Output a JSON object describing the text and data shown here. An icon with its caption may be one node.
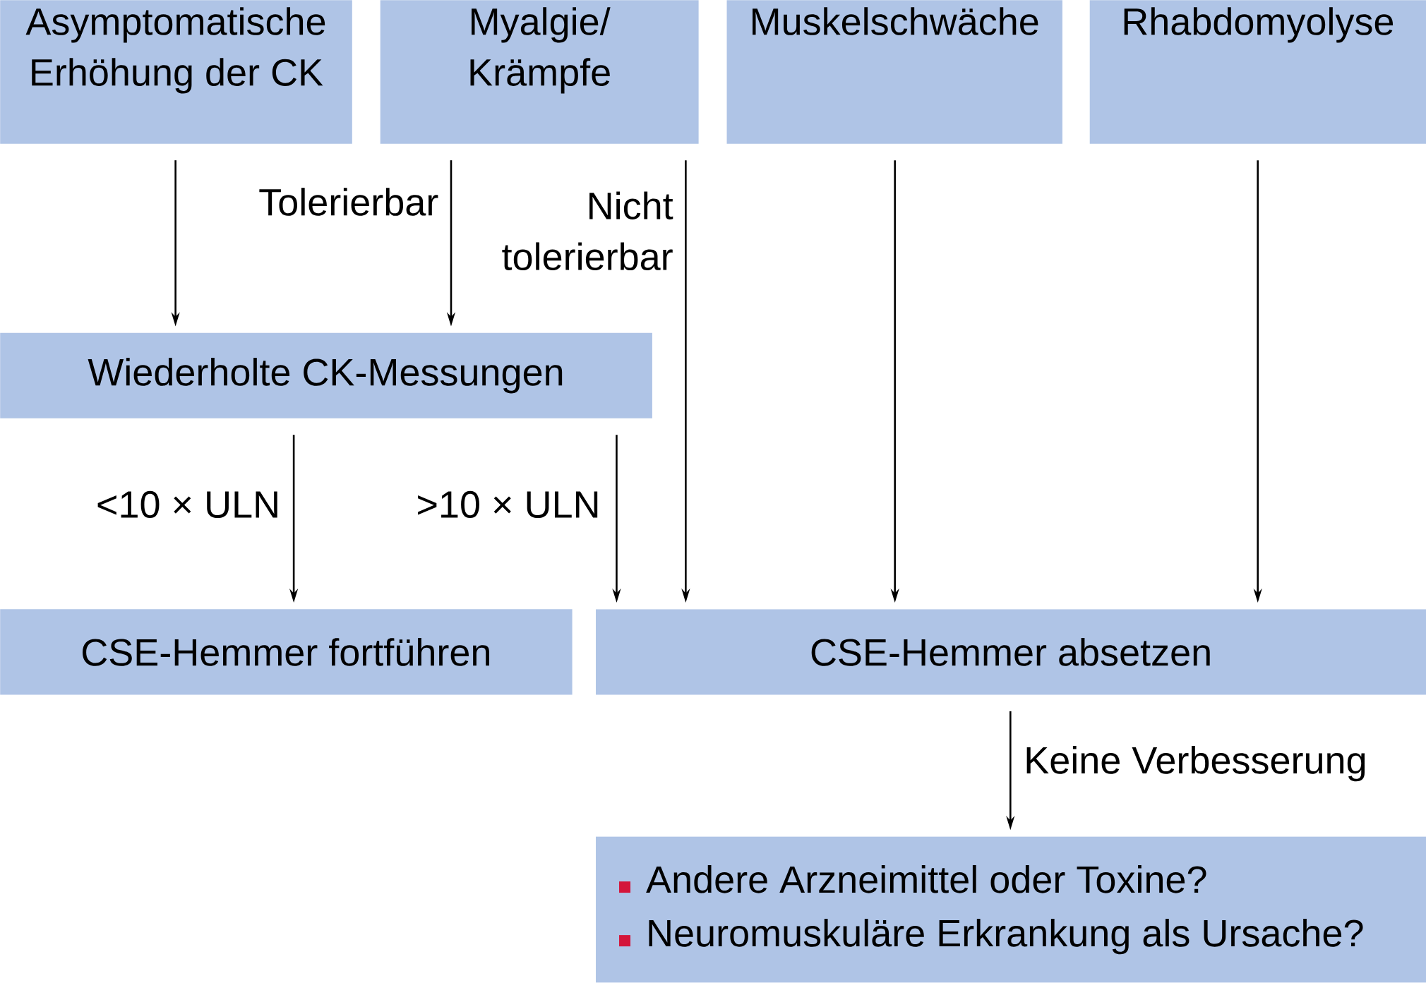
{
  "diagram": {
    "nodes": [
      {
        "text": [
          "Asymptomatische Erhöhung der CK"
        ]
      },
      {
        "text": [
          "Myalgie/ Krämpfe"
        ]
      },
      {
        "text": [
          "Muskelschwäche"
        ]
      },
      {
        "text": [
          "Rhabdomyolyse"
        ]
      },
      {
        "text": [
          "Wiederholte CK-Messungen"
        ]
      },
      {
        "text": [
          "CSE-Hemmer fortführen"
        ]
      },
      {
        "text": [
          "CSE-Hemmer absetzen"
        ]
      },
      {
        "text": [
          "Andere Arzneimittel oder Toxine?",
          "Neuromuskuläre Erkrankung als Ursache?"
        ]
      }
    ],
    "edges": [
      {
        "from": 0,
        "to": 4,
        "arrow": "to"
      },
      {
        "from": 1,
        "to": 4,
        "arrow": "to",
        "label": "Tolerierbar"
      },
      {
        "from": 1,
        "to": 6,
        "arrow": "to",
        "label": "Nicht tolerierbar"
      },
      {
        "from": 2,
        "to": 6,
        "arrow": "to"
      },
      {
        "from": 3,
        "to": 6,
        "arrow": "to"
      },
      {
        "from": 4,
        "to": 5,
        "arrow": "to",
        "label": "<10 × ULN"
      },
      {
        "from": 4,
        "to": 6,
        "arrow": "to",
        "label": ">10 × ULN"
      },
      {
        "from": 6,
        "to": 7,
        "arrow": "to",
        "label": "Keine Verbesserung"
      }
    ]
  }
}
